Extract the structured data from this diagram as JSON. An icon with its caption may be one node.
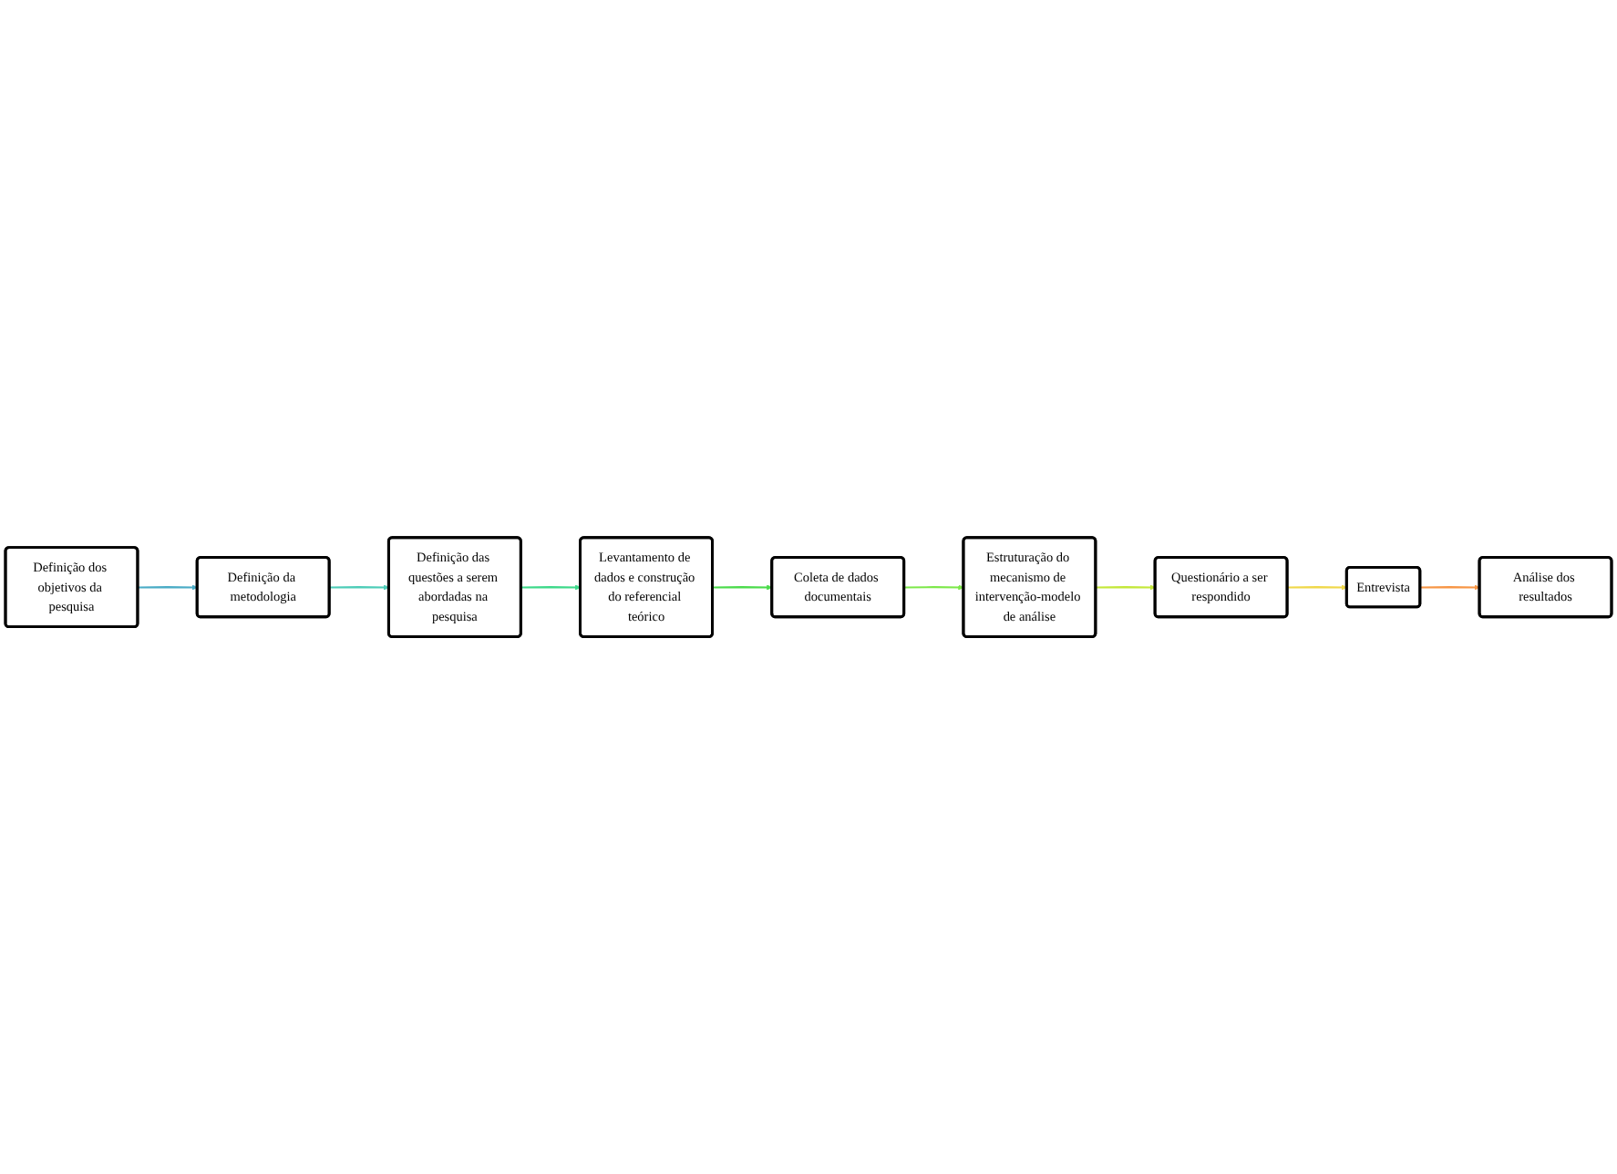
{
  "diagram": {
    "nodes": [
      {
        "text": [
          "Definição dos objetivos da pesquisa"
        ]
      },
      {
        "text": [
          "Definição da metodologia"
        ]
      },
      {
        "text": [
          "Definição das questões a serem abordadas na pesquisa"
        ]
      },
      {
        "text": [
          "Estruturação do mecanismo de intervenção-modelo de análise"
        ]
      },
      {
        "text": [
          "Coleta de dados documentais"
        ]
      },
      {
        "text": [
          "Levantamento de dados e construção do referencial teórico"
        ]
      },
      {
        "text": [
          "Questionário a ser respondido"
        ]
      },
      {
        "text": [
          "Entrevista"
        ]
      },
      {
        "text": [
          "Análise dos resultados"
        ]
      }
    ],
    "edges": [
      {
        "from": 0,
        "to": 1,
        "arrow": "to",
        "color": "#4bacc6"
      },
      {
        "from": 1,
        "to": 2,
        "arrow": "to",
        "color": "#4ecdb8"
      },
      {
        "from": 2,
        "to": 5,
        "arrow": "to",
        "color": "#3ed98a"
      },
      {
        "from": 5,
        "to": 4,
        "arrow": "to",
        "color": "#4cdb4c"
      },
      {
        "from": 4,
        "to": 3,
        "arrow": "to",
        "color": "#7de84a"
      },
      {
        "from": 3,
        "to": 6,
        "arrow": "to",
        "color": "#c4e83a"
      },
      {
        "from": 6,
        "to": 7,
        "arrow": "to",
        "color": "#f0d84a"
      },
      {
        "from": 7,
        "to": 8,
        "arrow": "to",
        "color": "#f79646"
      }
    ]
  }
}
